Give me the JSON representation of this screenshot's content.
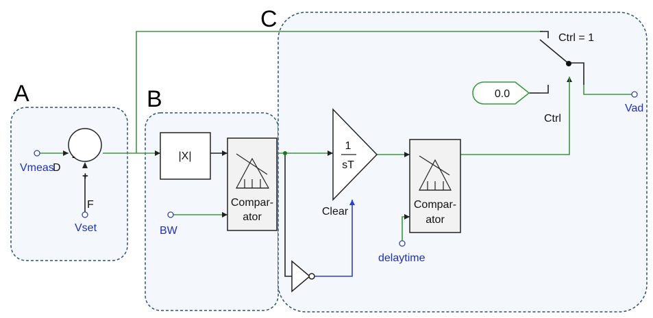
{
  "regions": {
    "a": "A",
    "b": "B",
    "c": "C"
  },
  "summing_junction": {
    "minus_sign": "-",
    "plus_sign": "+",
    "input_d": "D",
    "input_f": "F"
  },
  "ports": {
    "vmeas": "Vmeas",
    "vset": "Vset",
    "bw": "BW",
    "delaytime": "delaytime",
    "vad": "Vad"
  },
  "blocks": {
    "abs_label": "|X|",
    "comparator1_label": [
      "Compar-",
      "ator"
    ],
    "comparator2_label": [
      "Compar-",
      "ator"
    ],
    "integrator_numerator": "1",
    "integrator_denominator": "sT",
    "integrator_clear": "Clear"
  },
  "switch": {
    "ctrl_setting": "Ctrl =  1",
    "ctrl_input": "Ctrl",
    "constant_value": "0.0"
  }
}
